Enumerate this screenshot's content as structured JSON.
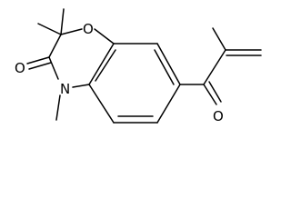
{
  "structure": {
    "atoms": {
      "oxygen_ring": "O",
      "oxygen_carbonyl_lactam": "O",
      "nitrogen": "N",
      "oxygen_ketone": "O"
    },
    "colors": {
      "background": "#ffffff",
      "bond": "#000000",
      "label": "#000000"
    }
  }
}
